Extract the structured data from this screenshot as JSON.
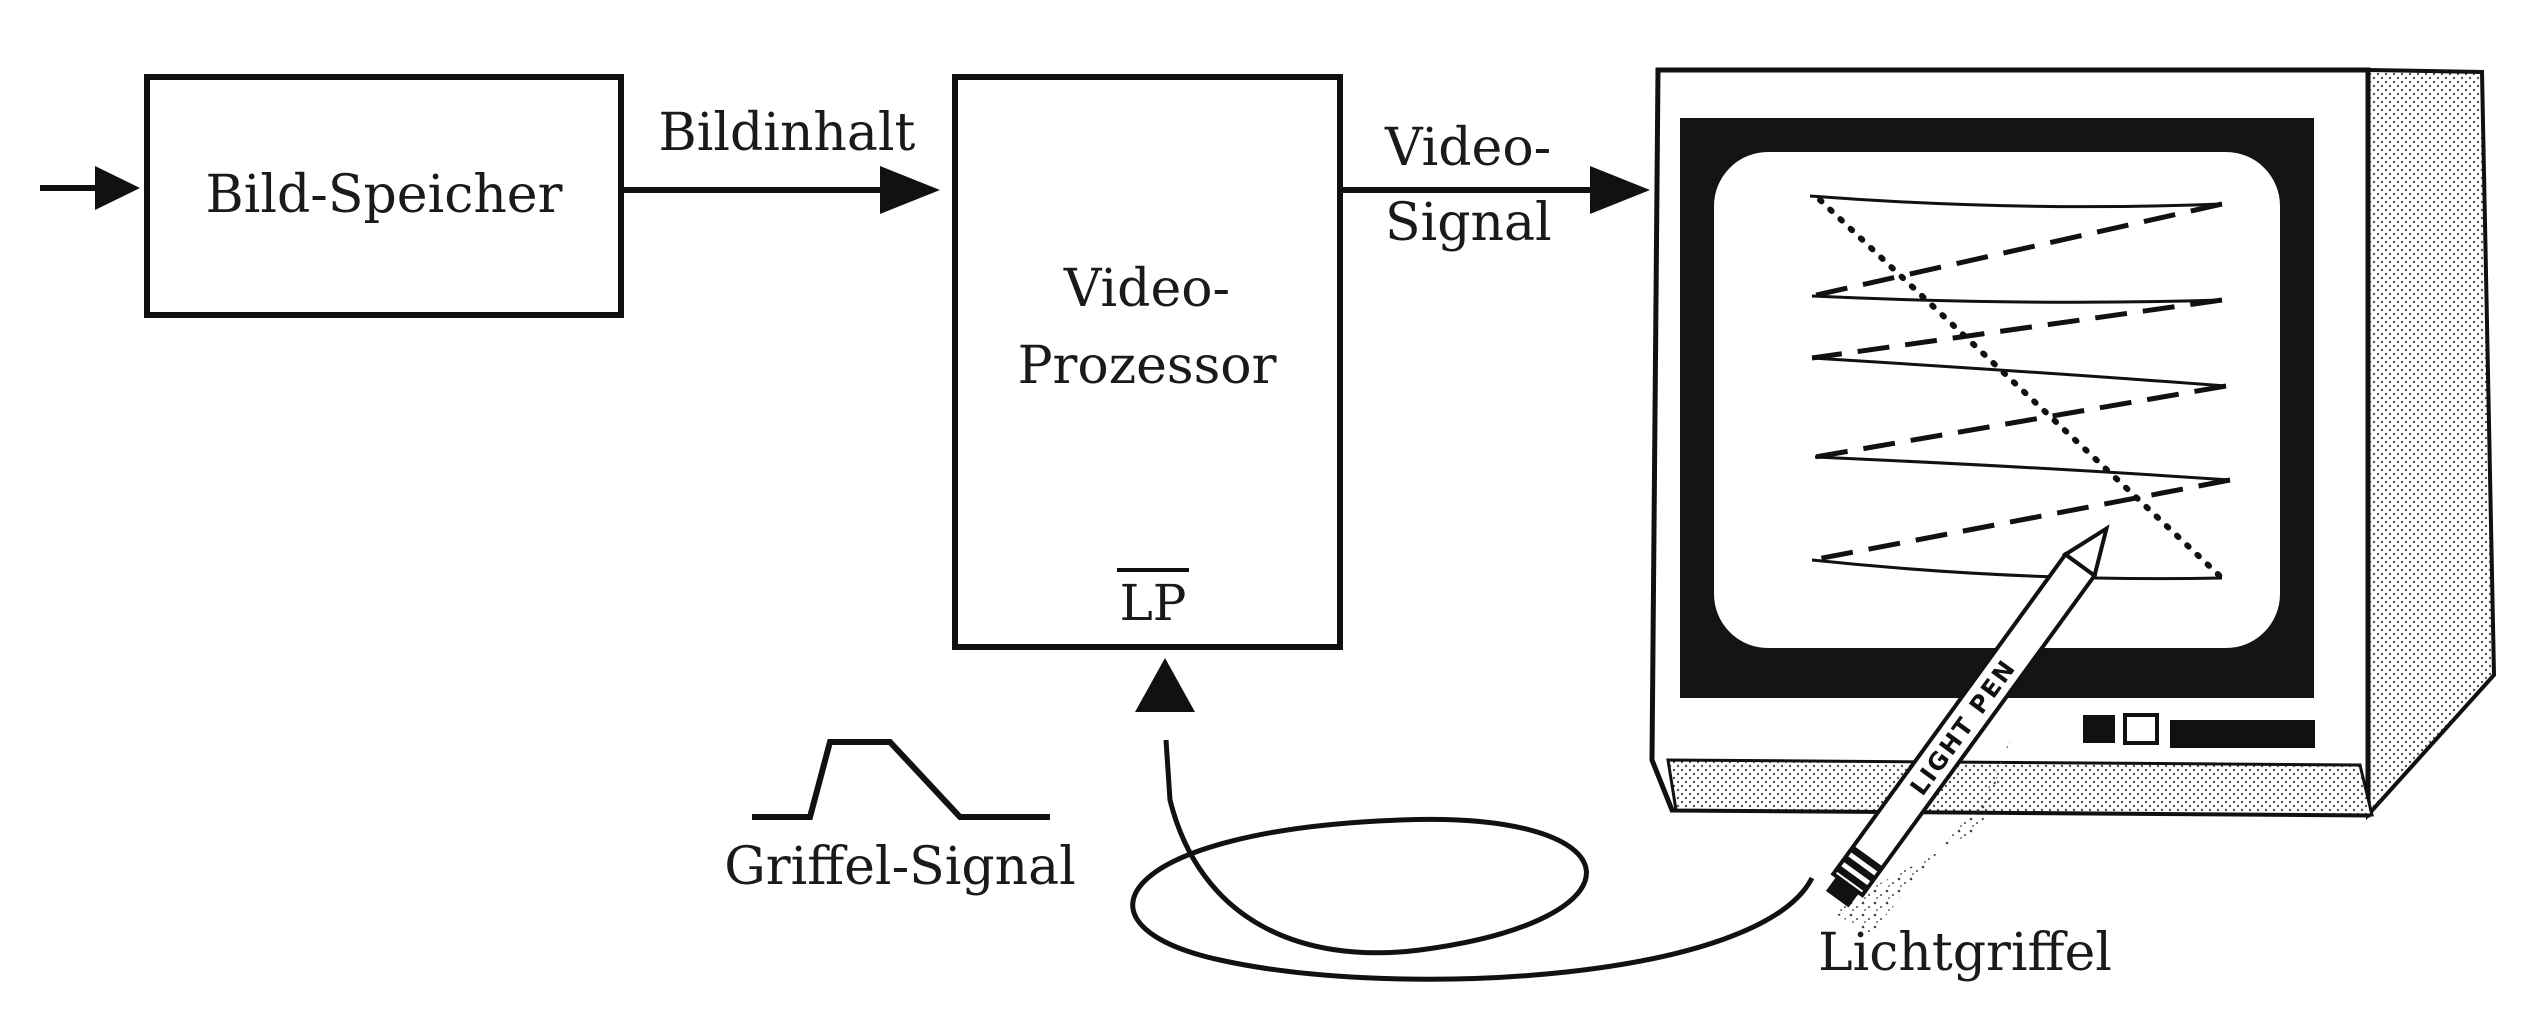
{
  "blocks": {
    "image_memory": "Bild-Speicher",
    "video_processor_line1": "Video-",
    "video_processor_line2": "Prozessor",
    "lp_signal": "LP"
  },
  "connections": {
    "image_content": "Bildinhalt",
    "video_signal_line1": "Video-",
    "video_signal_line2": "Signal"
  },
  "stylus": {
    "signal_label": "Griffel-Signal",
    "light_pen_label": "Lichtgriffel",
    "pen_imprint": "LIGHT PEN"
  }
}
